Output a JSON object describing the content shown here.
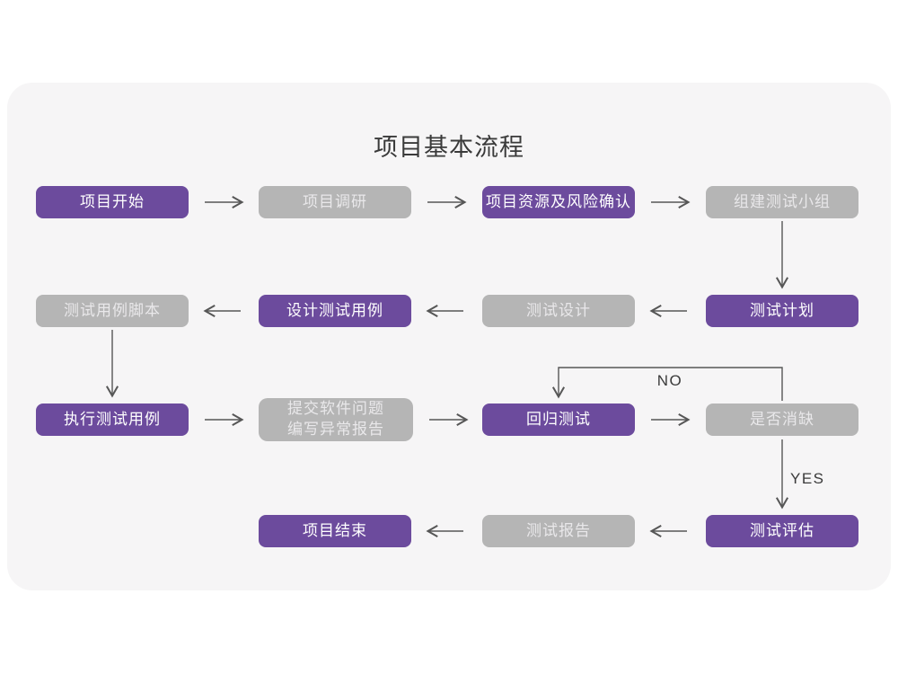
{
  "title": "项目基本流程",
  "colors": {
    "purple": "#6c4b9d",
    "gray": "#b5b5b5",
    "card_bg": "#f6f5f6",
    "page_bg": "#ffffff",
    "line": "#565656",
    "title_color": "#3a3a3a",
    "box_text_light": "#ffffff",
    "box_text_gray": "#e9e8ea"
  },
  "nodes": {
    "project_start": "项目开始",
    "project_research": "项目调研",
    "resource_risk_confirm": "项目资源及风险确认",
    "build_test_team": "组建测试小组",
    "test_plan": "测试计划",
    "test_design": "测试设计",
    "design_test_cases": "设计测试用例",
    "test_case_scripts": "测试用例脚本",
    "execute_test_cases": "执行测试用例",
    "submit_issue_line1": "提交软件问题",
    "submit_issue_line2": "编写异常报告",
    "regression_test": "回归测试",
    "defect_resolved": "是否消缺",
    "test_evaluation": "测试评估",
    "test_report": "测试报告",
    "project_end": "项目结束"
  },
  "labels": {
    "no": "NO",
    "yes": "YES"
  }
}
